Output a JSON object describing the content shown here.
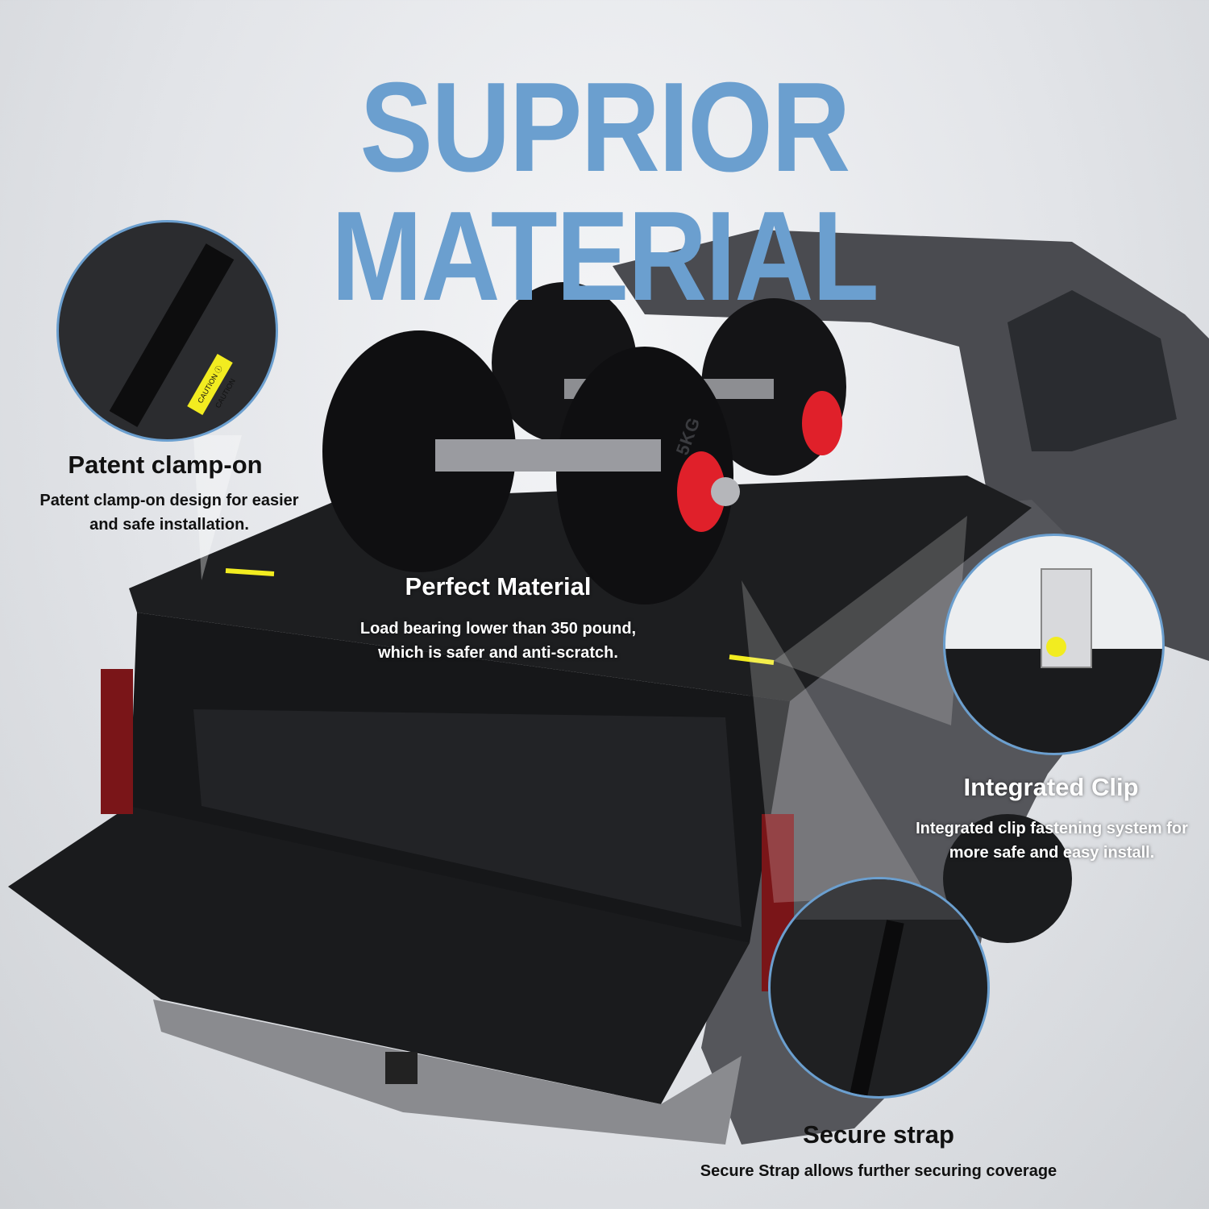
{
  "headline": "SUPRIOR MATERIAL",
  "features": [
    {
      "title": "Patent clamp-on",
      "lines": [
        "Patent clamp-on design for easier",
        "and safe installation."
      ]
    },
    {
      "title": "Perfect Material",
      "lines": [
        "Load bearing lower than 350 pound,",
        "which is safer and anti-scratch."
      ]
    },
    {
      "title": "Integrated Clip",
      "lines": [
        "Integrated clip fastening system for",
        "more safe and easy install."
      ]
    },
    {
      "title": "Secure strap",
      "lines": [
        "Secure Strap allows further securing coverage"
      ]
    }
  ],
  "labels": {
    "caution": "CAUTION ⓘ CAUTION",
    "weight": "5KG"
  },
  "colors": {
    "accent": "#6b9fcf",
    "truck": "#3a3b3e",
    "clamp_red": "#e0202a",
    "warning_yellow": "#f2ec20"
  }
}
